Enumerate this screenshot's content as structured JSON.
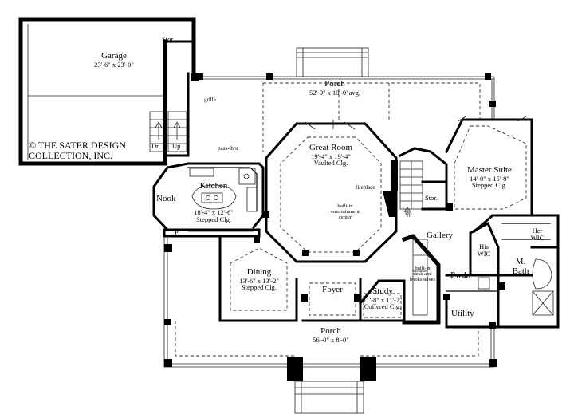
{
  "copyright": {
    "line1": "© THE SATER DESIGN",
    "line2": "COLLECTION, INC."
  },
  "rooms": {
    "garage": {
      "name": "Garage",
      "size": "23'-6\" x 23'-0\""
    },
    "storage_top": {
      "name": "Stor."
    },
    "porch_rear": {
      "name": "Porch",
      "size": "52'-0\" x 10'-0\"avg."
    },
    "great_room": {
      "name": "Great Room",
      "size": "19'-4\" x 19'-4\"",
      "ceiling": "Vaulted Clg."
    },
    "master_suite": {
      "name": "Master Suite",
      "size": "14'-0\" x 15'-8\"",
      "ceiling": "Stepped Clg."
    },
    "kitchen": {
      "name": "Kitchen",
      "size": "18'-4\" x 12'-6\"",
      "ceiling": "Stepped Clg."
    },
    "nook": {
      "name": "Nook"
    },
    "dining": {
      "name": "Dining",
      "size": "13'-6\" x 13'-2\"",
      "ceiling": "Stepped Clg."
    },
    "foyer": {
      "name": "Foyer"
    },
    "study": {
      "name": "Study",
      "size": "11'-8\" x 11'-7\"",
      "ceiling": "Coffered Clg."
    },
    "gallery": {
      "name": "Gallery"
    },
    "storage_mid": {
      "name": "Stor."
    },
    "her_wic": {
      "name": "Her",
      "name2": "WIC"
    },
    "his_wic": {
      "name": "His",
      "name2": "WIC"
    },
    "m_bath": {
      "name": "M.",
      "name2": "Bath"
    },
    "powder": {
      "name": "Pwdr."
    },
    "utility": {
      "name": "Utility"
    },
    "porch_front": {
      "name": "Porch",
      "size": "56'-0\" x 8'-0\""
    }
  },
  "notes": {
    "grille": "grille",
    "pass_thru": "pass-thru",
    "fireplace": "fireplace",
    "entertainment": "built-in entertainment center",
    "entertainment_l1": "built-in",
    "entertainment_l2": "entertainment",
    "entertainment_l3": "center",
    "desk_l1": "built-in",
    "desk_l2": "desk and",
    "desk_l3": "bookshelves",
    "dn": "Dn",
    "up_garage": "Up",
    "up_stair": "Up",
    "pantry": "P"
  }
}
